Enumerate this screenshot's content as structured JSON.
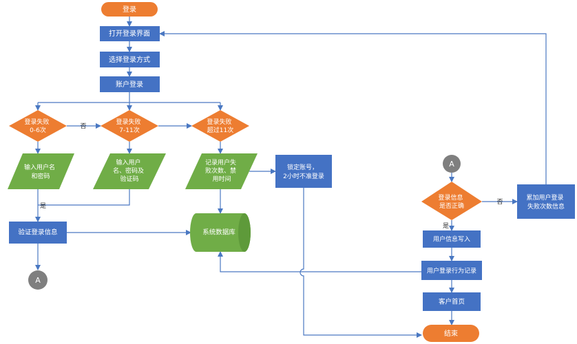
{
  "colors": {
    "blue": "#4472C4",
    "orange": "#ED7D31",
    "green": "#70AD47",
    "gray": "#7F7F7F",
    "line": "#4A78C2",
    "text": "#FFFFFF"
  },
  "nodes": {
    "start": "登录",
    "open_login": "打开登录界面",
    "choose_method": "选择登录方式",
    "account_login": "账户登录",
    "fail_0_6": [
      "登录失败",
      "0-6次"
    ],
    "fail_7_11": [
      "登录失败",
      "7-11次"
    ],
    "fail_over_11": [
      "登录失败",
      "超过11次"
    ],
    "input_user_pwd": [
      "输入用户名",
      "和密码"
    ],
    "input_user_pwd_code": [
      "输入用户",
      "名、密码及",
      "验证码"
    ],
    "record_fail": [
      "记录用户失",
      "败次数、禁",
      "用时间"
    ],
    "lock_account": [
      "锁定账号，",
      "2小时不准登录"
    ],
    "verify_login": "验证登录信息",
    "system_db": "系统数据库",
    "connector_left": "A",
    "connector_right": "A",
    "login_correct": [
      "登录信息",
      "是否正确"
    ],
    "accumulate_fail": [
      "累加用户登录",
      "失败次数信息"
    ],
    "write_user_info": "用户信息写入",
    "record_behavior": "用户登录行为记录",
    "customer_home": "客户首页",
    "end": "结束"
  },
  "labels": {
    "no_1": "否",
    "yes_1": "是",
    "no_2": "否",
    "yes_2": "是"
  }
}
